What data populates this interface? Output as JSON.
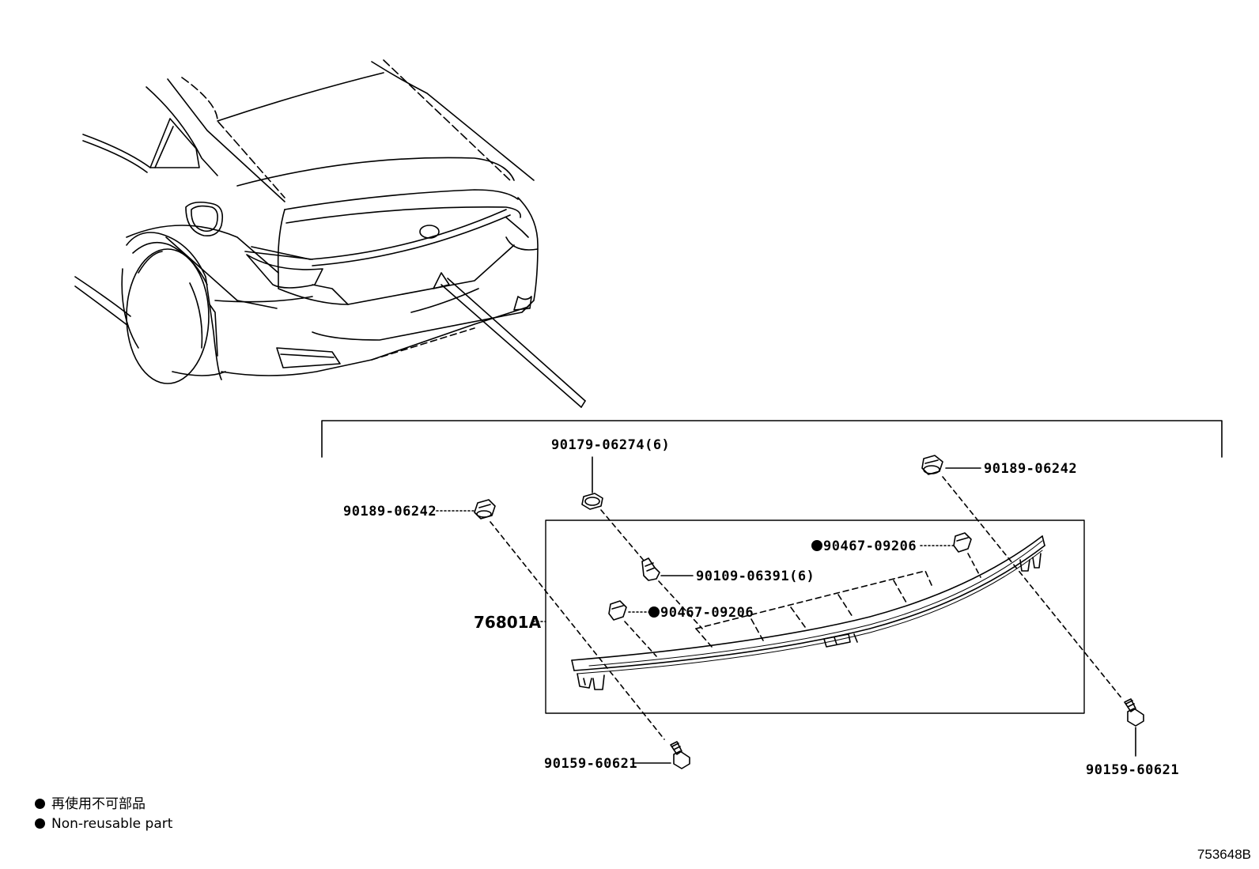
{
  "diagram": {
    "main_part": "76801A",
    "callouts": [
      {
        "id": "c1",
        "part_no": "90179-06274(6)",
        "non_reusable": false
      },
      {
        "id": "c2",
        "part_no": "90189-06242",
        "non_reusable": false
      },
      {
        "id": "c3",
        "part_no": "90189-06242",
        "non_reusable": false
      },
      {
        "id": "c4",
        "part_no": "90467-09206",
        "non_reusable": true
      },
      {
        "id": "c5",
        "part_no": "90109-06391(6)",
        "non_reusable": false
      },
      {
        "id": "c6",
        "part_no": "90467-09206",
        "non_reusable": true
      },
      {
        "id": "c7",
        "part_no": "90159-60621",
        "non_reusable": false
      },
      {
        "id": "c8",
        "part_no": "90159-60621",
        "non_reusable": false
      }
    ],
    "legend": {
      "line1": "再使用不可部品",
      "line2": "Non-reusable part"
    },
    "ref_code": "753648B"
  }
}
